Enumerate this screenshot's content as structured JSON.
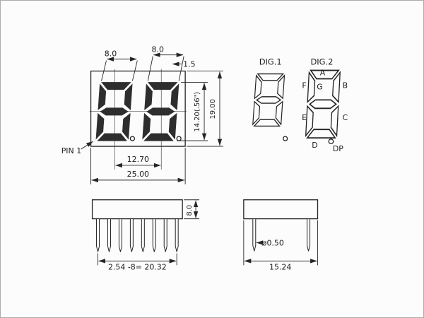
{
  "colors": {
    "background": "#fcfcfc",
    "line": "#222222",
    "digit_fill": "#2e2e2e"
  },
  "front_view": {
    "pin1_label": "PIN 1",
    "dims": {
      "digit1_width": "8.0",
      "digit2_width": "8.0",
      "digit_offset": "1.5",
      "digit_height": "14.20(.56\")",
      "package_height": "19.00",
      "digit_pitch": "12.70",
      "package_width": "25.00"
    }
  },
  "segment_diagram": {
    "dig1_label": "DIG.1",
    "dig2_label": "DIG.2",
    "segment_labels": {
      "a": "A",
      "b": "B",
      "c": "C",
      "d": "D",
      "e": "E",
      "f": "F",
      "g": "G",
      "dp": "DP"
    }
  },
  "side_view": {
    "dims": {
      "body_height": "8.0",
      "pin_pitch_total": "2.54 -8= 20.32"
    }
  },
  "end_view": {
    "dims": {
      "pin_diameter": "ø0.50",
      "body_depth": "15.24"
    }
  }
}
